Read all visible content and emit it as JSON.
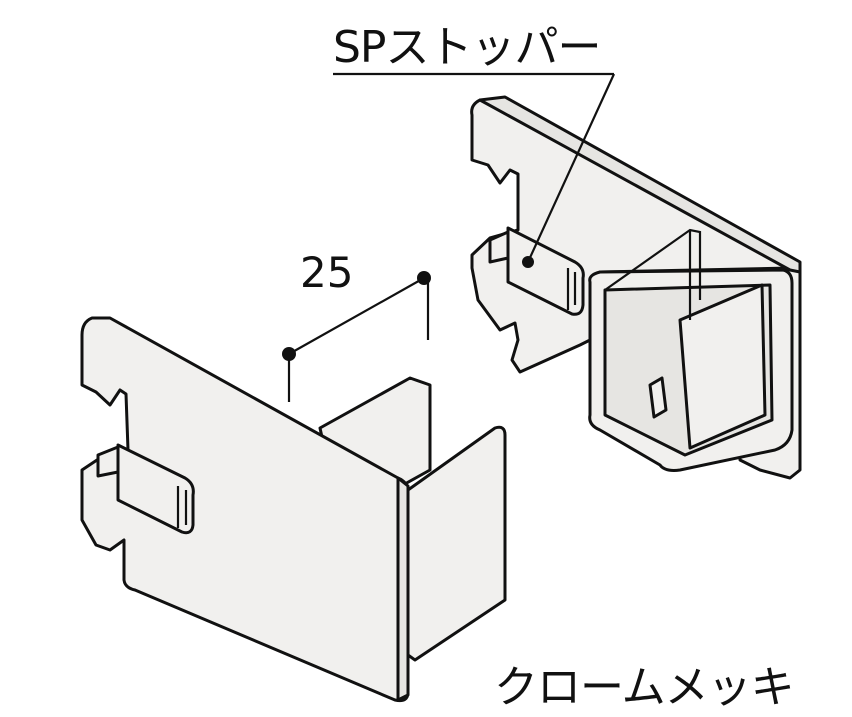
{
  "labels": {
    "part_name": "SPストッパー",
    "dimension": "25",
    "finish": "クロームメッキ"
  },
  "colors": {
    "line": "#111111",
    "part_fill": "#f1f0ee",
    "background": "#ffffff"
  }
}
